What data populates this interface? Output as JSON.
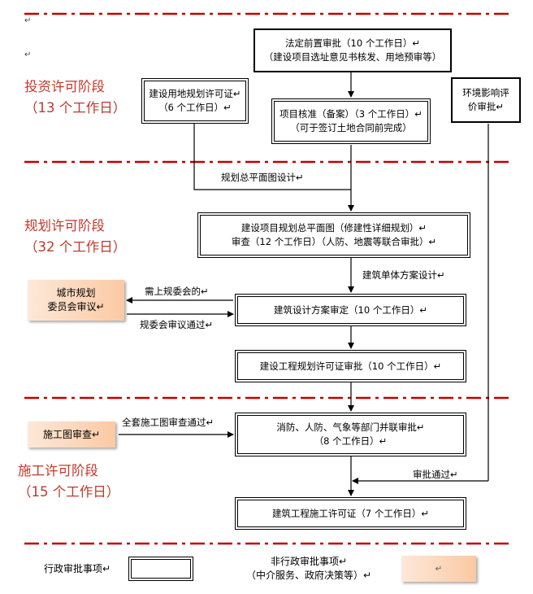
{
  "phases": {
    "investment": {
      "title": "投资许可阶段",
      "duration": "（13 个工作日）"
    },
    "planning": {
      "title": "规划许可阶段",
      "duration": "（32 个工作日）"
    },
    "construction": {
      "title": "施工许可阶段",
      "duration": "（15 个工作日）"
    }
  },
  "boxes": {
    "pre_approval": {
      "line1": "法定前置审批（10 个工作日）↵",
      "line2": "（建设项目选址意见书核发、用地预审等）"
    },
    "land_permit": {
      "line1": "建设用地规划许可证↵",
      "line2": "（6 个工作日）↵"
    },
    "project_approval": {
      "line1": "项目核准（备案）（3 个工作日）↵",
      "line2": "（可于签订土地合同前完成）"
    },
    "eia": {
      "line1": "环境影响评",
      "line2": "价审批↵"
    },
    "plan_review": {
      "line1": "建设项目规划总平面图（修建性详细规划）↵",
      "line2": "审查（12 个工作日）（人防、地震等联合审批）↵"
    },
    "design_review": {
      "line1": "建筑设计方案审定（10 个工作日）↵"
    },
    "planning_permit": {
      "line1": "建设工程规划许可证审批（10 个工作日）↵"
    },
    "joint_approval": {
      "line1": "消防、人防、气象等部门并联审批↵",
      "line2": "（8 个工作日）↵"
    },
    "construction_permit": {
      "line1": "建筑工程施工许可证（7 个工作日）↵"
    },
    "city_committee": {
      "line1": "城市规划",
      "line2": "委员会审议↵"
    },
    "drawing_review": {
      "line1": "施工图审查↵"
    }
  },
  "arrow_labels": {
    "master_plan_design": "规划总平面图设计↵",
    "single_building_design": "建筑单体方案设计↵",
    "needs_committee": "需上规委会的↵",
    "committee_passed": "规委会审议通过↵",
    "drawings_passed": "全套施工图审查通过↵",
    "approval_passed": "审批通过↵"
  },
  "legend": {
    "admin_label": "行政审批事项↵",
    "nonadmin_label_line1": "非行政审批事项↵",
    "nonadmin_label_line2": "（中介服务、政府决策等）↵",
    "nonadmin_box_text": "↵"
  },
  "paragraph_marks": "↵",
  "colors": {
    "phase_text": "#c0392b",
    "divider": "#c00000",
    "orange_light": "#fde8d8",
    "orange_dark": "#fbc9a3"
  }
}
